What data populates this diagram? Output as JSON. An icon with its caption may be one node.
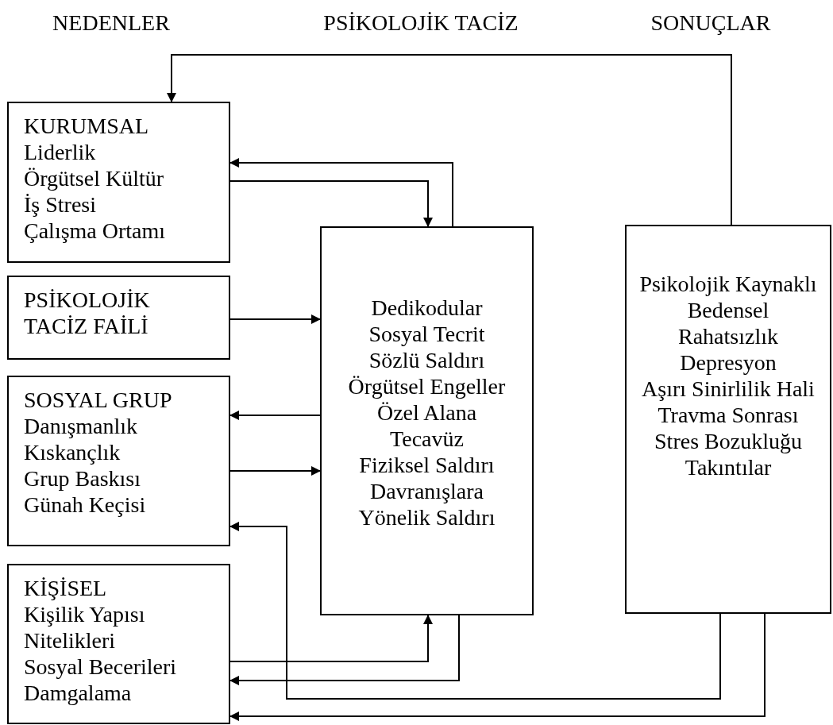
{
  "diagram": {
    "nodes": [
      {
        "text": [
          "KURUMSAL",
          "Liderlik",
          "Örgütsel Kültür",
          "İş Stresi",
          "Çalışma Ortamı"
        ]
      },
      {
        "text": [
          "PSİKOLOJİK TACİZ FAİLİ"
        ]
      },
      {
        "text": [
          "SOSYAL GRUP",
          "Danışmanlık",
          "Kıskançlık",
          "Grup Baskısı",
          "Günah Keçisi"
        ]
      },
      {
        "text": [
          "KİŞİSEL",
          "Kişilik Yapısı",
          "Nitelikleri",
          "Sosyal Becerileri",
          "Damgalama"
        ]
      },
      {
        "text": [
          "Dedikodular",
          "Sosyal Tecrit",
          "Sözlü Saldırı",
          "Örgütsel Engeller",
          "Özel Alana Tecavüz",
          "Fiziksel Saldırı",
          "Davranışlara Yönelik Saldırı"
        ]
      },
      {
        "text": [
          "Psikolojik Kaynaklı Bedensel Rahatsızlık",
          "Depresyon",
          "Aşırı Sinirlilik Hali",
          "Travma Sonrası Stres Bozukluğu",
          "Takıntılar"
        ]
      }
    ],
    "edges": [
      {
        "from": 5,
        "to": 0,
        "arrow": "to"
      },
      {
        "from": 4,
        "to": 0,
        "arrow": "to"
      },
      {
        "from": 0,
        "to": 4,
        "arrow": "to"
      },
      {
        "from": 1,
        "to": 4,
        "arrow": "to"
      },
      {
        "from": 4,
        "to": 2,
        "arrow": "to"
      },
      {
        "from": 2,
        "to": 4,
        "arrow": "to"
      },
      {
        "from": 5,
        "to": 2,
        "arrow": "to"
      },
      {
        "from": 3,
        "to": 4,
        "arrow": "to"
      },
      {
        "from": 4,
        "to": 3,
        "arrow": "to"
      },
      {
        "from": 5,
        "to": 3,
        "arrow": "to"
      }
    ],
    "labels": [
      "NEDENLER",
      "PSİKOLOJİK TACİZ",
      "SONUÇLAR"
    ]
  }
}
